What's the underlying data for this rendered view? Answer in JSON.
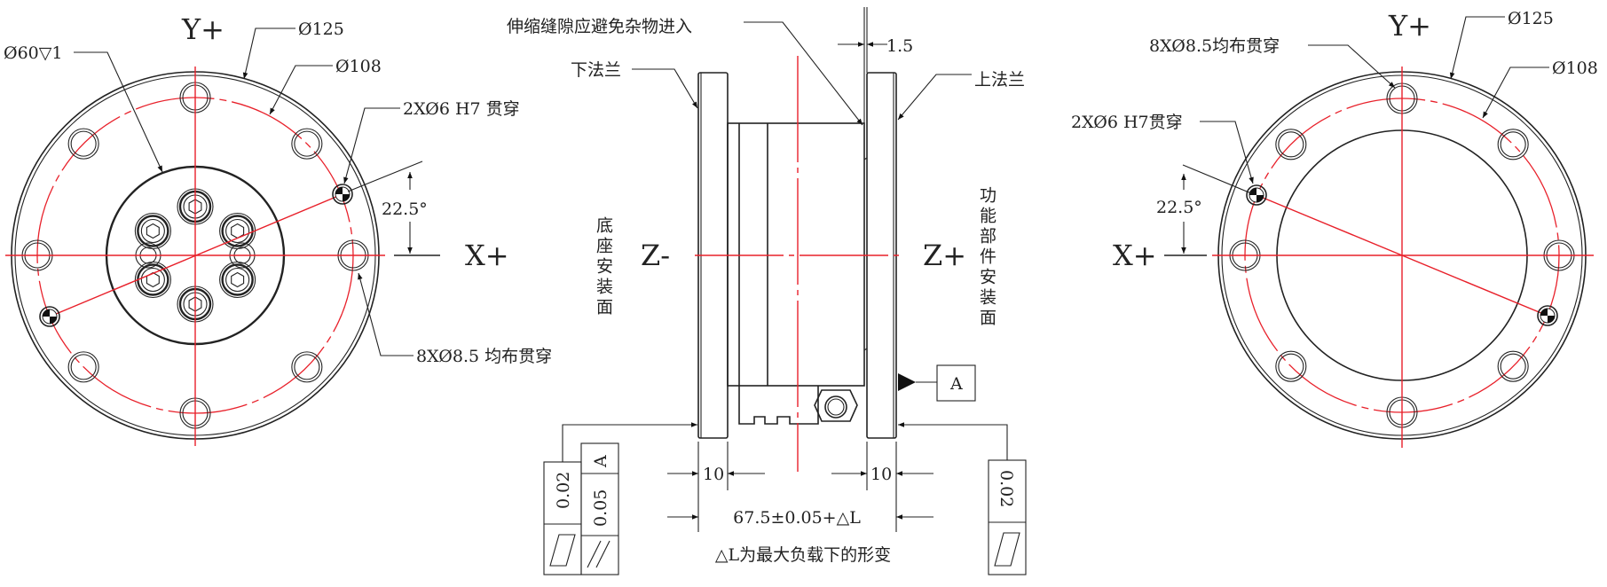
{
  "colors": {
    "line": "#222222",
    "centerline": "#e8202a",
    "background": "#ffffff"
  },
  "left_view": {
    "y_axis": "Y+",
    "x_axis": "X+",
    "d125": "Ø125",
    "d108": "Ø108",
    "d60": "Ø60▽1",
    "dowel": "2XØ6 H7 贯穿",
    "angle": "22.5°",
    "holes": "8XØ8.5 均布贯穿"
  },
  "side_view": {
    "gap_note": "伸缩缝隙应避免杂物进入",
    "gap_dim": "1.5",
    "lower_flange": "下法兰",
    "upper_flange": "上法兰",
    "base_surface": "底座安装面",
    "function_surface": "功能部件安装面",
    "z_minus": "Z-",
    "z_plus": "Z+",
    "datum": "A",
    "dim_left": "10",
    "dim_right": "10",
    "dim_total": "67.5±0.05+△L",
    "delta_note": "△L为最大负载下的形变",
    "fcf_left_flatness": "0.02",
    "fcf_left_parallel": "0.05",
    "fcf_left_datum": "A",
    "fcf_right_flatness": "0.02"
  },
  "right_view": {
    "y_axis": "Y+",
    "x_axis": "X+",
    "d125": "Ø125",
    "d108": "Ø108",
    "holes": "8XØ8.5均布贯穿",
    "dowel": "2XØ6 H7贯穿",
    "angle": "22.5°"
  }
}
